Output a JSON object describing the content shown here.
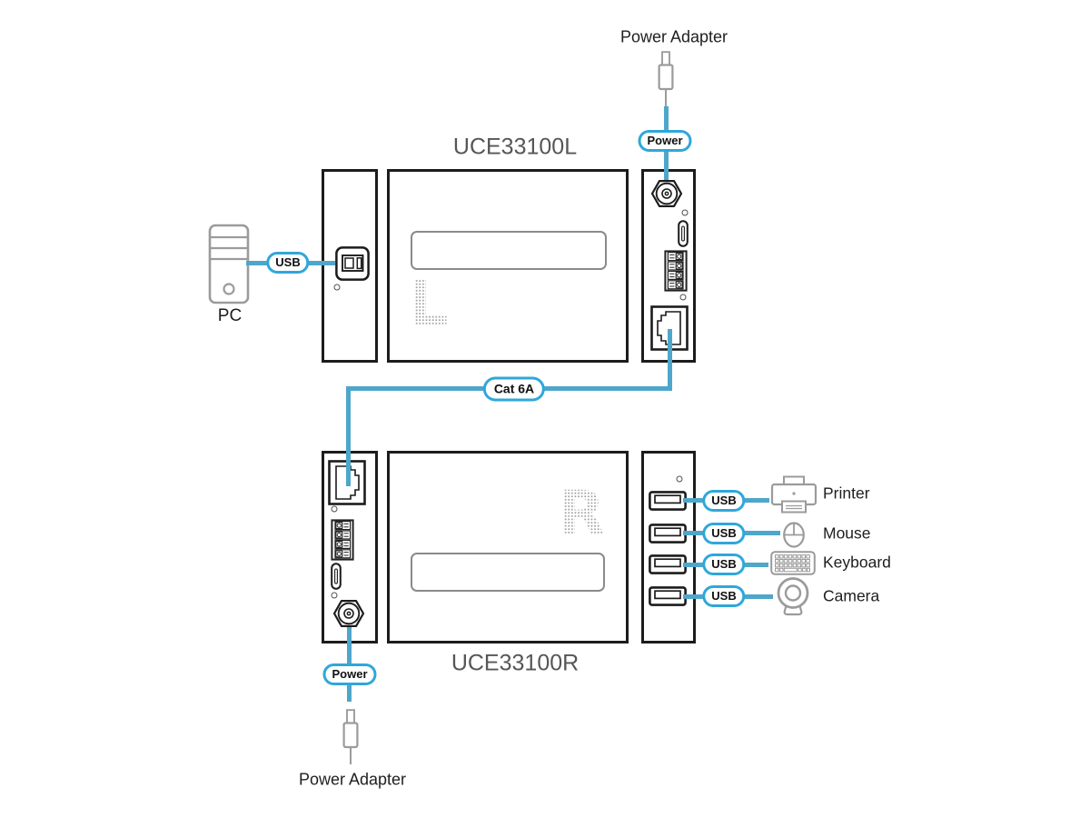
{
  "diagram": {
    "top": {
      "power_adapter_label": "Power Adapter",
      "power_pill": "Power",
      "title": "UCE33100L",
      "usb_pill": "USB",
      "pc_label": "PC",
      "device_letter": "L"
    },
    "link": {
      "cable_pill": "Cat 6A"
    },
    "bottom": {
      "title": "UCE33100R",
      "power_pill": "Power",
      "power_adapter_label": "Power Adapter",
      "device_letter": "R",
      "ports": [
        {
          "pill": "USB",
          "device": "Printer"
        },
        {
          "pill": "USB",
          "device": "Mouse"
        },
        {
          "pill": "USB",
          "device": "Keyboard"
        },
        {
          "pill": "USB",
          "device": "Camera"
        }
      ]
    },
    "colors": {
      "cable_blue": "#4FA6CB",
      "pill_border_blue": "#2FA7DA",
      "device_outline": "#1C1C1C",
      "icon_gray": "#9B9B9B",
      "title_gray": "#565656",
      "label_dark": "#1E1E1E"
    }
  }
}
